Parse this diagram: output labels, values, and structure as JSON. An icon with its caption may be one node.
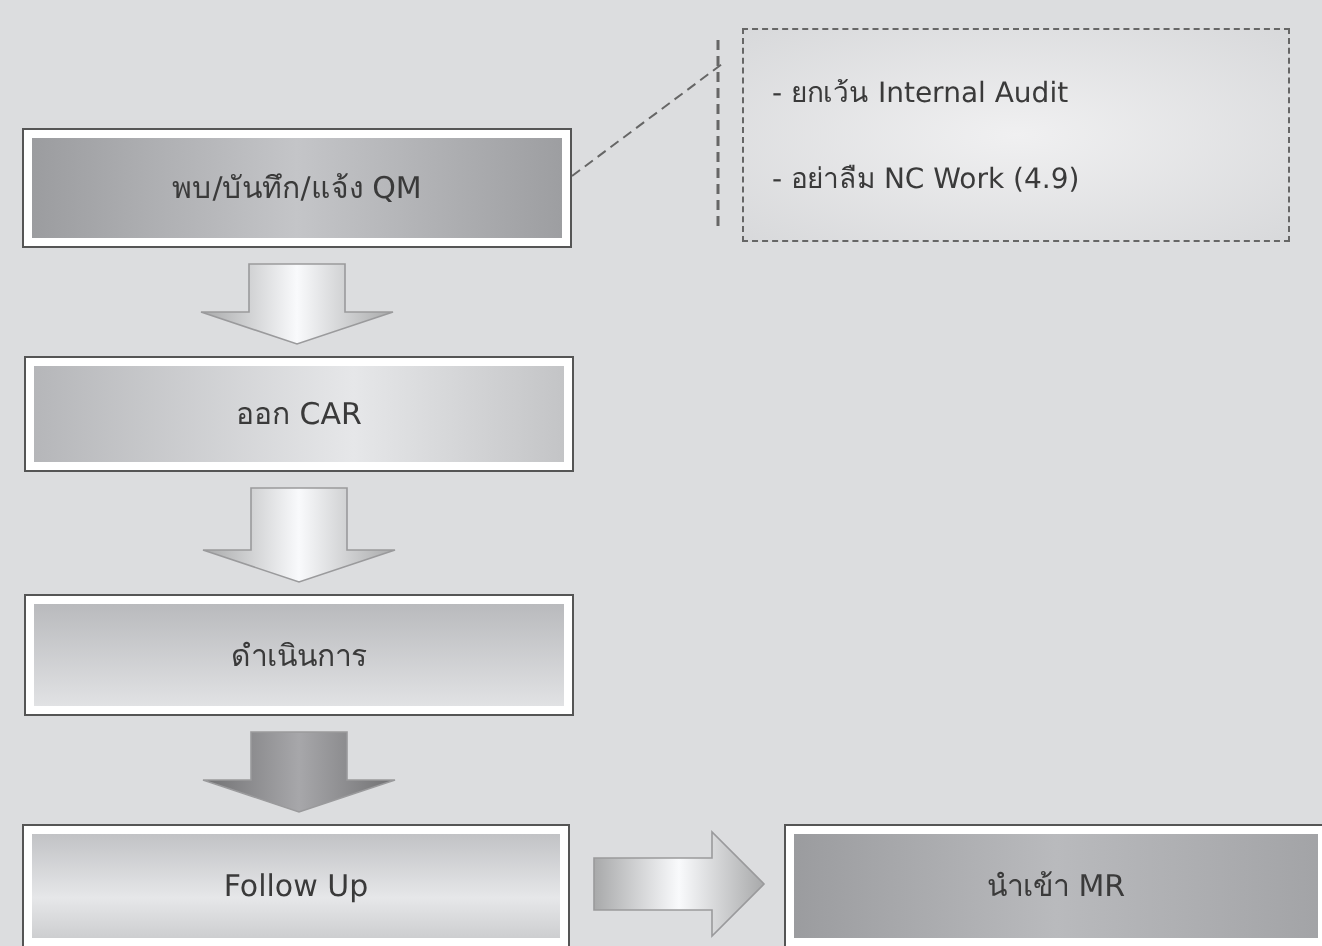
{
  "diagram": {
    "nodes": [
      {
        "text": [
          "พบ/บันทึก/แจ้ง QM"
        ]
      },
      {
        "text": [
          "ออก CAR"
        ]
      },
      {
        "text": [
          "ดำเนินการ"
        ]
      },
      {
        "text": [
          "Follow Up"
        ]
      },
      {
        "text": [
          "นำเข้า MR"
        ]
      },
      {
        "text": [
          "- ยกเว้น Internal Audit",
          "- อย่าลืม NC Work (4.9)"
        ]
      }
    ],
    "edges": [
      {
        "from": 0,
        "to": 1,
        "arrow": "to",
        "style": "thick"
      },
      {
        "from": 1,
        "to": 2,
        "arrow": "to",
        "style": "thick"
      },
      {
        "from": 2,
        "to": 3,
        "arrow": "to",
        "style": "thick",
        "color": "#8c8c8e"
      },
      {
        "from": 3,
        "to": 4,
        "arrow": "to",
        "style": "thick"
      },
      {
        "from": 0,
        "to": 5,
        "arrow": "none",
        "style": "dashed"
      }
    ]
  }
}
